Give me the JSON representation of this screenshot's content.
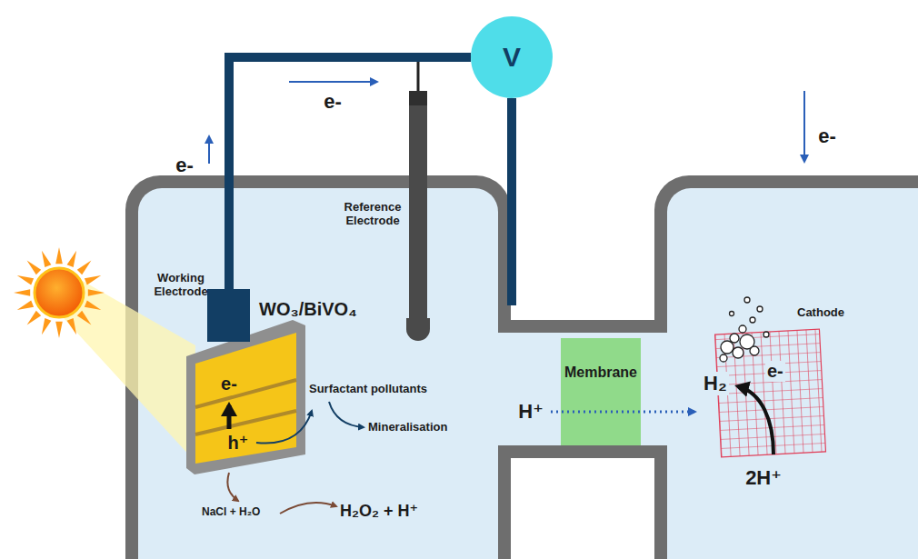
{
  "diagram": {
    "nodes": [
      {
        "text": [
          "V"
        ]
      },
      {
        "text": [
          "WO₃/BiVO₄",
          "e-",
          "h⁺"
        ]
      },
      {
        "text": [
          "Membrane"
        ]
      },
      {
        "text": [
          "Cathode",
          "H₂",
          "e-"
        ]
      }
    ],
    "edges": [
      {
        "from": 1,
        "to": 0,
        "arrow": "none"
      },
      {
        "from": 0,
        "to": 3,
        "arrow": "none"
      }
    ],
    "labels": [
      "e-",
      "e-",
      "e-",
      "Reference Electrode",
      "Working Electrode",
      "Surfactant pollutants",
      "Mineralisation",
      "NaCl + H₂O",
      "H₂O₂ + H⁺",
      "H⁺",
      "2H⁺"
    ]
  }
}
